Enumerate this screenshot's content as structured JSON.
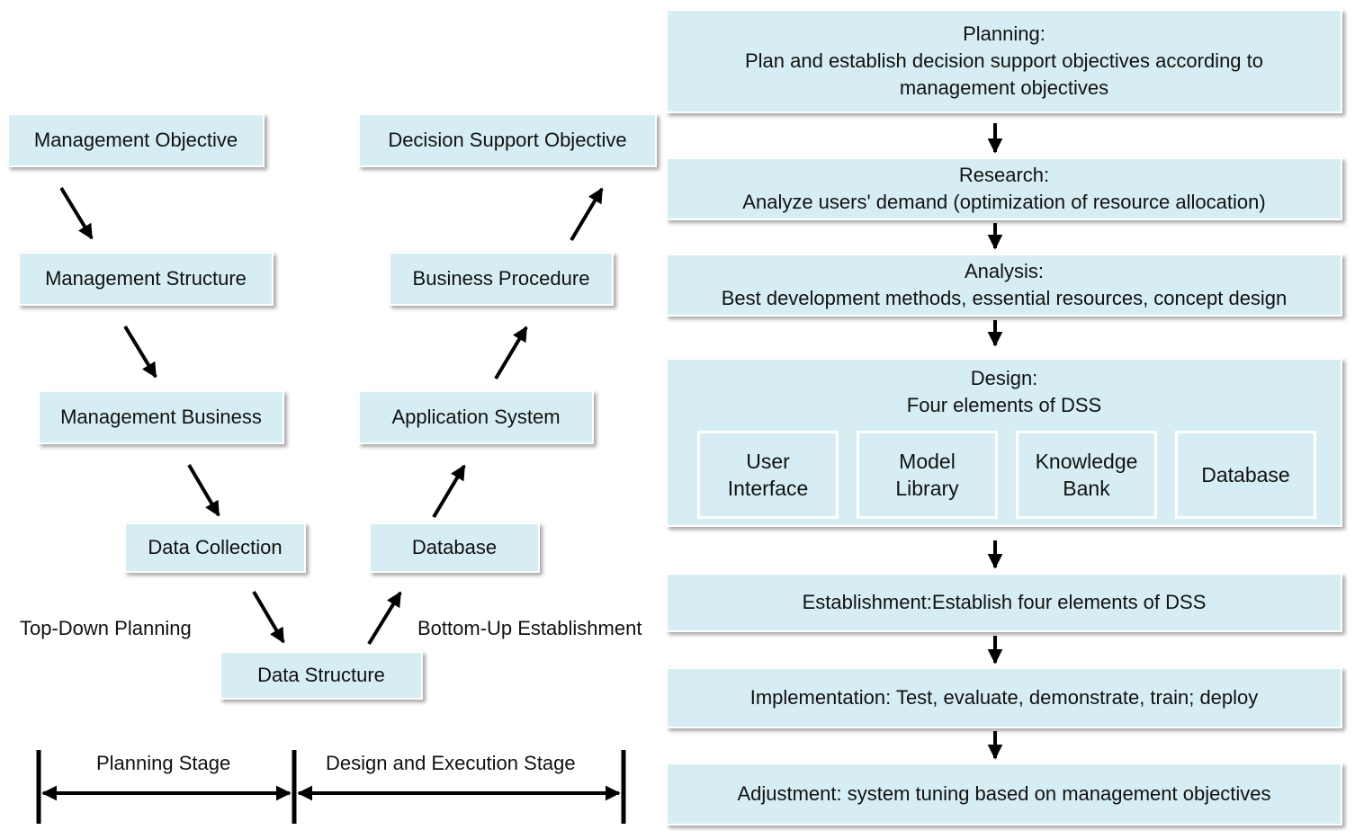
{
  "left": {
    "management_objective": "Management Objective",
    "management_structure": "Management Structure",
    "management_business": "Management Business",
    "data_collection": "Data Collection",
    "data_structure": "Data Structure",
    "database": "Database",
    "application_system": "Application System",
    "business_procedure": "Business Procedure",
    "decision_support_objective": "Decision Support Objective",
    "top_down_label": "Top-Down Planning",
    "bottom_up_label": "Bottom-Up Establishment"
  },
  "timeline": {
    "planning_stage": "Planning Stage",
    "design_execution_stage": "Design and Execution Stage"
  },
  "stages": {
    "planning": "Planning:\nPlan and establish decision support objectives according to\nmanagement objectives",
    "research": "Research:\nAnalyze users' demand (optimization of resource allocation)",
    "analysis": "Analysis:\nBest development methods, essential resources, concept design",
    "design_title": "Design:\nFour elements of DSS",
    "design_elements": [
      "User\nInterface",
      "Model\nLibrary",
      "Knowledge\nBank",
      "Database"
    ],
    "establishment": "Establishment:Establish four elements of DSS",
    "implementation": "Implementation: Test, evaluate, demonstrate, train; deploy",
    "adjustment": "Adjustment: system tuning based on management objectives"
  },
  "colors": {
    "box_fill": "#d6eef3",
    "box_border": "#ffffff",
    "arrow": "#000000"
  }
}
